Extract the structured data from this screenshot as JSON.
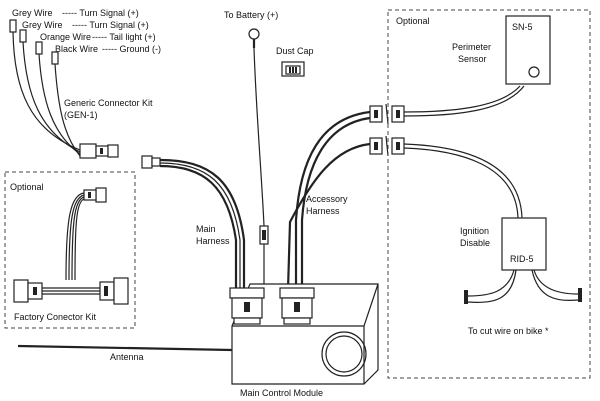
{
  "labels": {
    "grey_wire_1": "Grey Wire",
    "turn_signal_1": "----- Turn Signal (+)",
    "grey_wire_2": "Grey Wire",
    "turn_signal_2": "----- Turn Signal (+)",
    "orange_wire": "Orange Wire",
    "tail_light": "----- Tail light (+)",
    "black_wire": "Black Wire",
    "ground": "----- Ground (-)",
    "generic_kit_1": "Generic Connector Kit",
    "generic_kit_2": "(GEN-1)",
    "optional_left": "Optional",
    "factory_kit": "Factory Conector Kit",
    "to_battery": "To Battery (+)",
    "dust_cap": "Dust Cap",
    "main_harness_1": "Main",
    "main_harness_2": "Harness",
    "accessory_harness_1": "Accessory",
    "accessory_harness_2": "Harness",
    "antenna": "Antenna",
    "main_control_module": "Main Control Module",
    "optional_right": "Optional",
    "sn5": "SN-5",
    "perimeter_1": "Perimeter",
    "perimeter_2": "Sensor",
    "ignition_1": "Ignition",
    "ignition_2": "Disable",
    "rid5": "RID-5",
    "cut_wire": "To cut wire on bike *"
  },
  "colors": {
    "line": "#222222",
    "background": "#ffffff"
  }
}
